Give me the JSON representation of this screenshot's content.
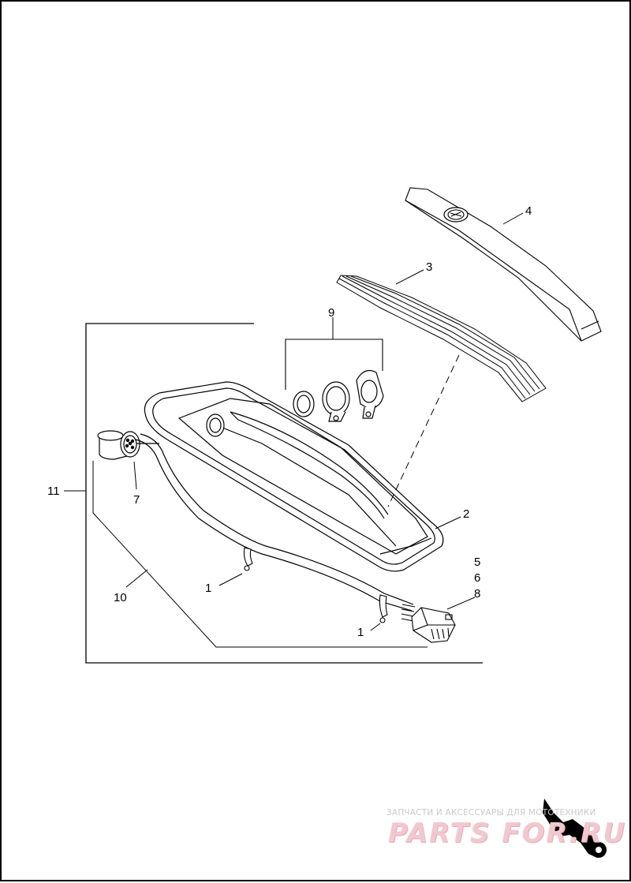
{
  "callouts": {
    "c1a": "1",
    "c1b": "1",
    "c2": "2",
    "c3": "3",
    "c4": "4",
    "c5": "5",
    "c6": "6",
    "c7": "7",
    "c8": "8",
    "c9": "9",
    "c10": "10",
    "c11": "11"
  },
  "watermark": {
    "tagline": "ЗАПЧАСТИ И АКСЕССУАРЫ ДЛЯ МОТОТЕХНИКИ",
    "brand": "PARTS FOR.RU"
  },
  "colors": {
    "line": "#000000",
    "watermark_pink": "#f2c8cf",
    "watermark_gray": "#c9c9c9"
  }
}
